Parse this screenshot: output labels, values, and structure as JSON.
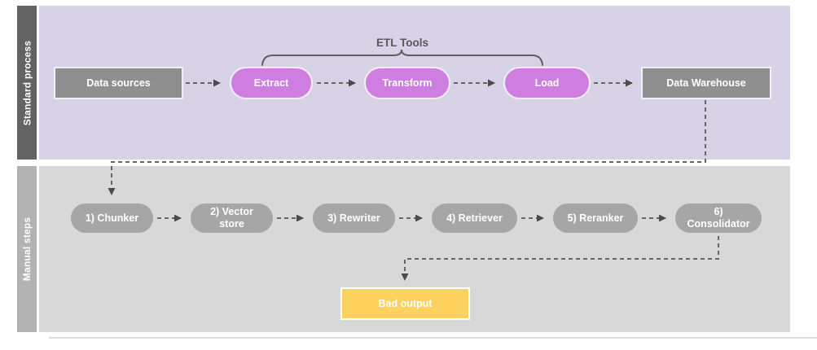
{
  "diagram": {
    "title_annotation": "ETL Tools",
    "lanes": [
      {
        "label": "Standard process"
      },
      {
        "label": "Manual steps"
      }
    ],
    "standard_process_nodes": {
      "data_sources": "Data sources",
      "extract": "Extract",
      "transform": "Transform",
      "load": "Load",
      "data_warehouse": "Data Warehouse"
    },
    "manual_steps_nodes": {
      "chunker": "1) Chunker",
      "vector_store": "2) Vector store",
      "rewriter": "3) Rewriter",
      "retriever": "4) Retriever",
      "reranker": "5) Reranker",
      "consolidator": "6) Consolidator",
      "bad_output": "Bad output"
    },
    "colors": {
      "standard_lane_background": "#d8d2e7",
      "standard_lane_bar": "#636363",
      "manual_lane_background": "#d8d8d8",
      "manual_lane_bar": "#b3b3b3",
      "gray_rect_node": "#8f8f8f",
      "magenta_pill_node": "#ce7ee0",
      "gray_pill_node": "#a6a6a6",
      "bad_output_node": "#fcd15d",
      "connector": "#666666",
      "arrowhead": "#4a4a4a"
    }
  }
}
